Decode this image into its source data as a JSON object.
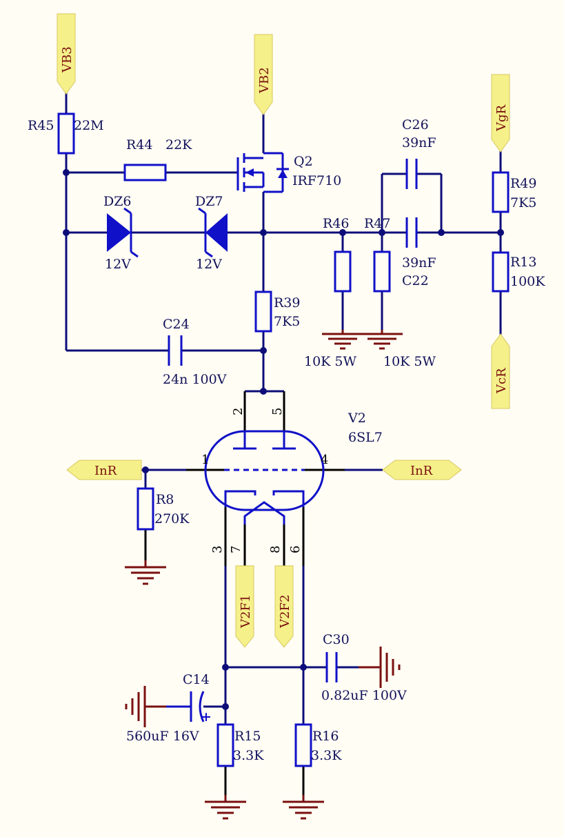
{
  "colors": {
    "background": "#fffdf4",
    "wire": "#0d0d7a",
    "component": "#1010c8",
    "ground": "#7a1010",
    "port_fill": "#f5f08a",
    "label_text": "#12125a"
  },
  "ports": {
    "vb3": "VB3",
    "vb2": "VB2",
    "vgr": "VgR",
    "vcr": "VcR",
    "inr_left": "InR",
    "inr_right": "InR",
    "v2f1": "V2F1",
    "v2f2": "V2F2"
  },
  "components": {
    "r45": {
      "ref": "R45",
      "value": "22M"
    },
    "r44": {
      "ref": "R44",
      "value": "22K"
    },
    "q2": {
      "ref": "Q2",
      "value": "IRF710"
    },
    "dz6": {
      "ref": "DZ6",
      "value": "12V"
    },
    "dz7": {
      "ref": "DZ7",
      "value": "12V"
    },
    "r46": {
      "ref": "R46",
      "value": "10K 5W"
    },
    "r47": {
      "ref": "R47",
      "value": "10K 5W"
    },
    "c26": {
      "ref": "C26",
      "value": "39nF"
    },
    "c22": {
      "ref": "C22",
      "value": "39nF"
    },
    "r49": {
      "ref": "R49",
      "value": "7K5"
    },
    "r13": {
      "ref": "R13",
      "value": "100K"
    },
    "r39": {
      "ref": "R39",
      "value": "7K5"
    },
    "c24": {
      "ref": "C24",
      "value": "24n 100V"
    },
    "v2": {
      "ref": "V2",
      "value": "6SL7"
    },
    "r8": {
      "ref": "R8",
      "value": "270K"
    },
    "c30": {
      "ref": "C30",
      "value": "0.82uF 100V"
    },
    "c14": {
      "ref": "C14",
      "value": "560uF 16V",
      "polarity": "+"
    },
    "r15": {
      "ref": "R15",
      "value": "3.3K"
    },
    "r16": {
      "ref": "R16",
      "value": "3.3K"
    }
  },
  "tube_pins": [
    "1",
    "2",
    "3",
    "4",
    "5",
    "6",
    "7",
    "8"
  ]
}
